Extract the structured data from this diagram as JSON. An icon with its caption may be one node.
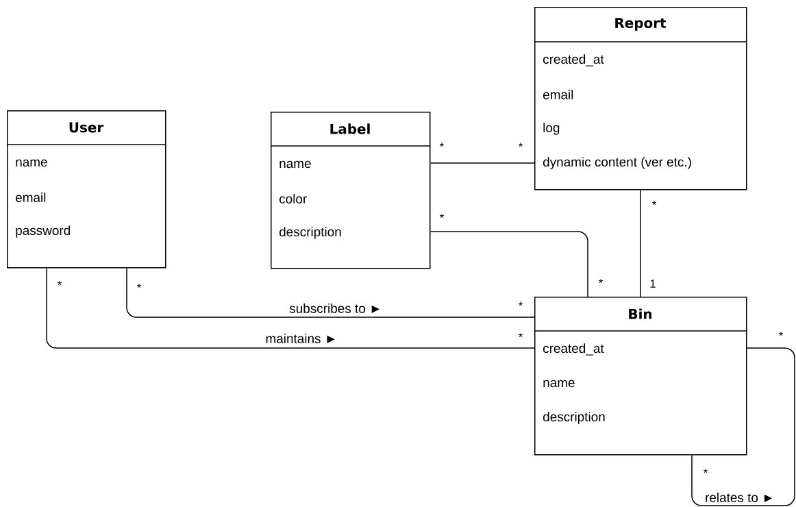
{
  "diagram": {
    "nodes": [
      {
        "text": [
          "User",
          "name",
          "email",
          "password"
        ]
      },
      {
        "text": [
          "Label",
          "name",
          "color",
          "description"
        ]
      },
      {
        "text": [
          "Report",
          "created_at",
          "email",
          "log",
          "dynamic content (ver etc.)"
        ]
      },
      {
        "text": [
          "Bin",
          "created_at",
          "name",
          "description"
        ]
      }
    ],
    "edges": [
      {
        "from": 0,
        "to": 3,
        "arrow": "none",
        "label": "subscribes to ►"
      },
      {
        "from": 0,
        "to": 3,
        "arrow": "none",
        "label": "maintains ►"
      },
      {
        "from": 1,
        "to": 2,
        "arrow": "none"
      },
      {
        "from": 1,
        "to": 3,
        "arrow": "none"
      },
      {
        "from": 2,
        "to": 3,
        "arrow": "none"
      },
      {
        "from": 3,
        "to": 3,
        "arrow": "none",
        "label": "relates to ►"
      }
    ],
    "labels": [
      "*",
      "*",
      "*",
      "*",
      "*",
      "*",
      "*",
      "1",
      "*",
      "*",
      "*",
      "*"
    ]
  }
}
